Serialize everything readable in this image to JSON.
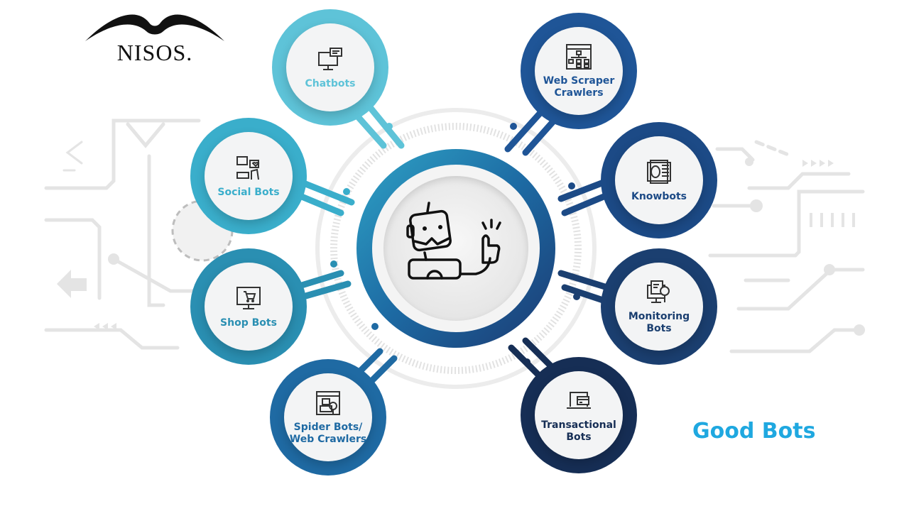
{
  "logo": {
    "text": "NISOS."
  },
  "title": "Good Bots",
  "colors": {
    "title": "#1fa8e0",
    "chatbots": "#5ec3d8",
    "social_bots": "#3aaecb",
    "shop_bots": "#2a8fb2",
    "spider_bots": "#1f6aa3",
    "web_scraper": "#1f5597",
    "knowbots": "#1c4a86",
    "monitoring": "#1b3f70",
    "transactional": "#162e55"
  },
  "center": {
    "icon": "robot-thumbs-up-icon"
  },
  "nodes": [
    {
      "id": "chatbots",
      "label": "Chatbots",
      "icon": "monitor-chat-icon"
    },
    {
      "id": "social-bots",
      "label": "Social Bots",
      "icon": "social-media-icon"
    },
    {
      "id": "shop-bots",
      "label": "Shop Bots",
      "icon": "shopping-cart-monitor-icon"
    },
    {
      "id": "spider-bots",
      "label": "Spider Bots/\nWeb Crawlers",
      "icon": "browser-bot-search-icon"
    },
    {
      "id": "web-scraper",
      "label": "Web Scraper\nCrawlers",
      "icon": "sitemap-browser-icon"
    },
    {
      "id": "knowbots",
      "label": "Knowbots",
      "icon": "knowledge-book-icon"
    },
    {
      "id": "monitoring-bots",
      "label": "Monitoring\nBots",
      "icon": "monitor-search-icon"
    },
    {
      "id": "transactional-bots",
      "label": "Transactional\nBots",
      "icon": "laptop-card-icon"
    }
  ]
}
